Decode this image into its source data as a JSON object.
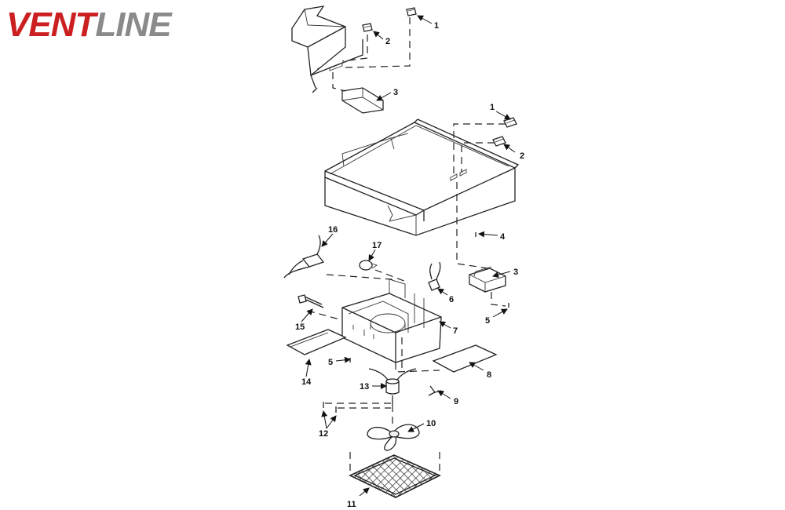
{
  "brand": {
    "name_part1": "VENT",
    "name_part2": "LINE",
    "color_part1": "#cc1f1f",
    "color_part2": "#8a8a8a"
  },
  "callouts": [
    {
      "id": "c1a",
      "text": "1"
    },
    {
      "id": "c2a",
      "text": "2"
    },
    {
      "id": "c3a",
      "text": "3"
    },
    {
      "id": "c1b",
      "text": "1"
    },
    {
      "id": "c2b",
      "text": "2"
    },
    {
      "id": "c4",
      "text": "4"
    },
    {
      "id": "c3b",
      "text": "3"
    },
    {
      "id": "c5a",
      "text": "5"
    },
    {
      "id": "c16",
      "text": "16"
    },
    {
      "id": "c17",
      "text": "17"
    },
    {
      "id": "c6",
      "text": "6"
    },
    {
      "id": "c15",
      "text": "15"
    },
    {
      "id": "c7",
      "text": "7"
    },
    {
      "id": "c5b",
      "text": "5"
    },
    {
      "id": "c14",
      "text": "14"
    },
    {
      "id": "c8",
      "text": "8"
    },
    {
      "id": "c13",
      "text": "13"
    },
    {
      "id": "c9",
      "text": "9"
    },
    {
      "id": "c12",
      "text": "12"
    },
    {
      "id": "c10",
      "text": "10"
    },
    {
      "id": "c11",
      "text": "11"
    }
  ]
}
